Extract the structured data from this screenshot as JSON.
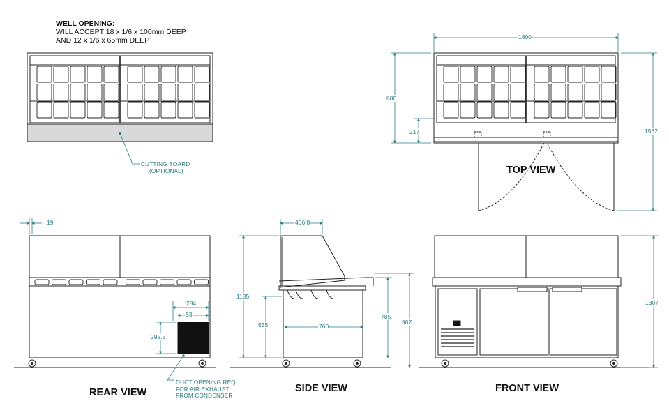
{
  "well_opening": {
    "title": "WELL OPENING:",
    "line1": "WILL ACCEPT 18 x 1/6 x 100mm DEEP",
    "line2": "AND 12 x 1/6 x 65mm DEEP"
  },
  "callouts": {
    "cutting_board_1": "CUTTING BOARD",
    "cutting_board_2": "(OPTIONAL)",
    "duct_1": "DUCT OPENING REQ.",
    "duct_2": "FOR AIR EXHAUST",
    "duct_3": "FROM CONDENSER"
  },
  "views": {
    "top": "TOP VIEW",
    "rear": "REAR VIEW",
    "side": "SIDE VIEW",
    "front": "FRONT VIEW"
  },
  "dimensions": {
    "top_width": "1800",
    "top_depth": "880",
    "top_shelf": "217",
    "top_doors_open": "1532",
    "rear_glass_offset": "19",
    "rear_duct_width": "284",
    "rear_duct_offset": "53",
    "rear_duct_height": "292.5",
    "side_canopy": "466.8",
    "side_height": "1185",
    "side_body": "535",
    "side_depth": "760",
    "side_bench": "785",
    "side_counter": "907",
    "front_height": "1307"
  },
  "colors": {
    "line": "#222222",
    "dimension": "#2a7d80",
    "cutting_board": "#d9d9d9",
    "vent": "#111111"
  }
}
